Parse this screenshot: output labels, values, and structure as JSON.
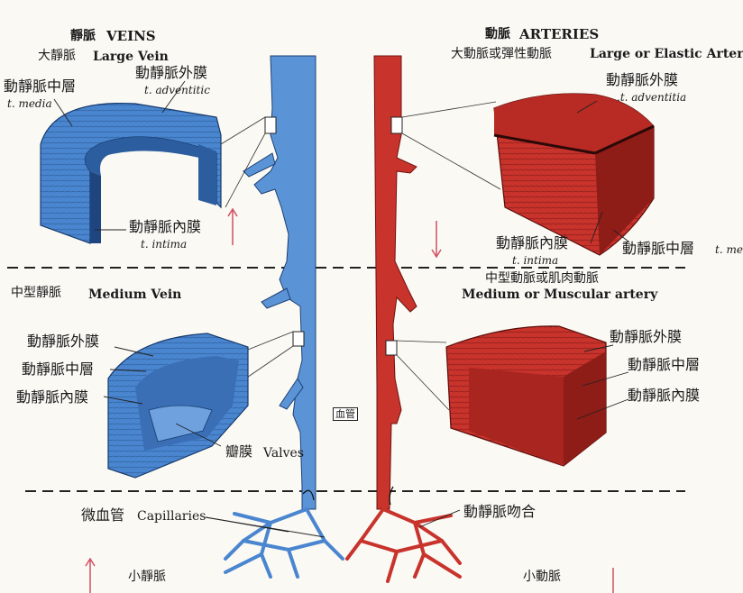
{
  "veins": {
    "header_cjk": "靜脈",
    "header_en": "VEINS",
    "large_cjk": "大靜脈",
    "large_en": "Large Vein",
    "adventitia_cjk": "動靜脈外膜",
    "adventitia_latin": "t. adventitic",
    "media_cjk": "動靜脈中層",
    "media_latin": "t. media",
    "intima_cjk": "動靜脈內膜",
    "intima_latin": "t. intima"
  },
  "arteries": {
    "header_cjk": "動脈",
    "header_en": "ARTERIES",
    "large_cjk": "大動脈或彈性動脈",
    "large_en": "Large or Elastic Artery",
    "adventitia_cjk": "動靜脈外膜",
    "adventitia_latin": ".t. adventitia",
    "intima_cjk": "動靜脈內膜",
    "intima_latin": "t. intima",
    "media_cjk": "動靜脈中層",
    "media_latin": "t. me"
  },
  "medium_vein": {
    "title_cjk": "中型靜脈",
    "title_en": "Medium Vein",
    "adventitia": "動靜脈外膜",
    "media": "動靜脈中層",
    "intima": "動靜脈內膜",
    "valves_cjk": "瓣膜",
    "valves_en": "Valves"
  },
  "medium_artery": {
    "title_cjk": "中型動脈或肌肉動脈",
    "title_en": "Medium or Muscular artery",
    "adventitia": "動靜脈外膜",
    "media": "動靜脈中層",
    "intima": "動靜脈內膜"
  },
  "center": {
    "vessel_tag": "血管"
  },
  "bottom": {
    "capillaries_cjk": "微血管",
    "capillaries_en": "Capillaries",
    "anastomosis": "動靜脈吻合",
    "small_vein": "小靜脈",
    "small_artery": "小動脈"
  },
  "colors": {
    "vein": "#4a86cf",
    "artery": "#c8332c",
    "arrow": "#d05060"
  }
}
